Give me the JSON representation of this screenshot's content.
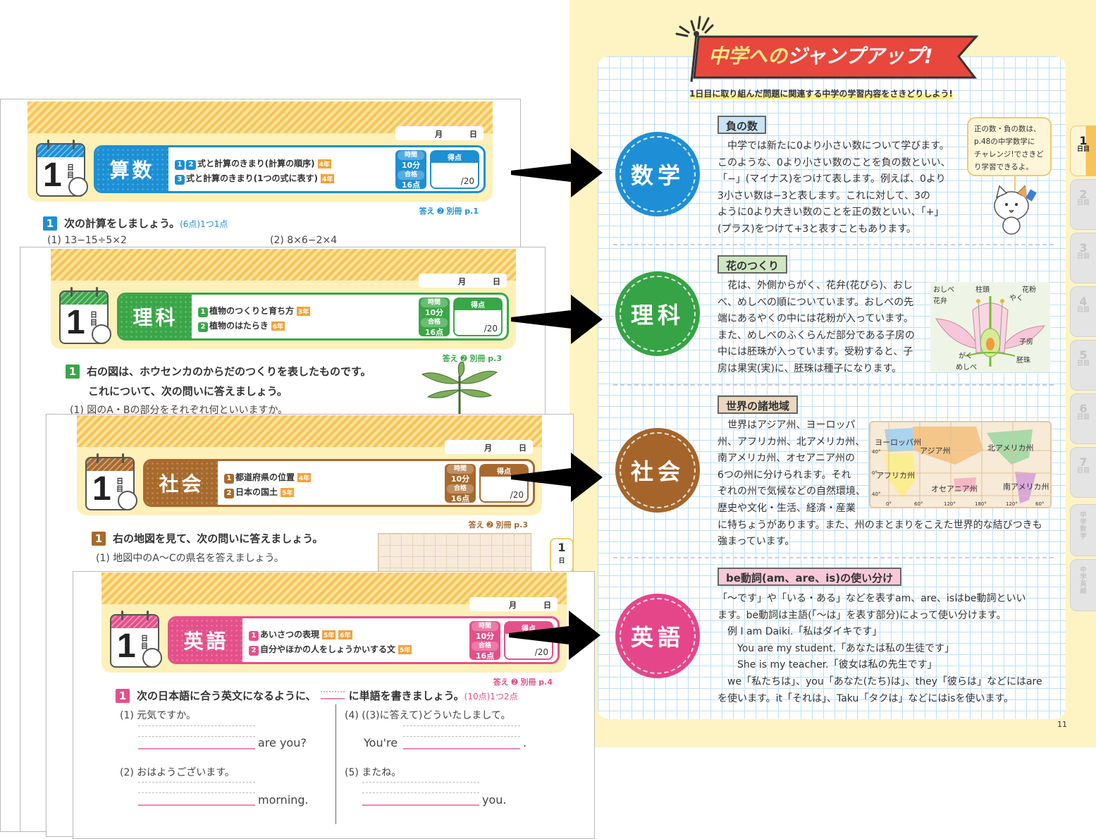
{
  "worksheets": [
    {
      "day": "1",
      "nichi": "日目",
      "month": "月",
      "date": "日",
      "subject": "算数",
      "color": "#1d8fd4",
      "topics": [
        {
          "nums": [
            "1",
            "2"
          ],
          "text": "式と計算のきまり(計算の順序)",
          "grades": [
            "4年"
          ]
        },
        {
          "nums": [
            "3"
          ],
          "text": "式と計算のきまり(1つの式に表す)",
          "grades": [
            "4年"
          ]
        }
      ],
      "time_label": "時間",
      "time": "10分",
      "pass_label": "合格",
      "pass": "16点",
      "score_label": "得点",
      "score_max": "/20",
      "answer_ref": "答え ➋ 別冊 p.1"
    },
    {
      "day": "1",
      "nichi": "日目",
      "month": "月",
      "date": "日",
      "subject": "理科",
      "color": "#3aa648",
      "topics": [
        {
          "nums": [
            "1"
          ],
          "text": "植物のつくりと育ち方",
          "grades": [
            "3年"
          ]
        },
        {
          "nums": [
            "2"
          ],
          "text": "植物のはたらき",
          "grades": [
            "6年"
          ]
        }
      ],
      "time_label": "時間",
      "time": "10分",
      "pass_label": "合格",
      "pass": "16点",
      "score_label": "得点",
      "score_max": "/20",
      "answer_ref": "答え ➋ 別冊 p.3"
    },
    {
      "day": "1",
      "nichi": "日目",
      "month": "月",
      "date": "日",
      "subject": "社会",
      "color": "#a86a2c",
      "topics": [
        {
          "nums": [
            "1"
          ],
          "text": "都道府県の位置",
          "grades": [
            "4年"
          ]
        },
        {
          "nums": [
            "2"
          ],
          "text": "日本の国土",
          "grades": [
            "5年"
          ]
        }
      ],
      "time_label": "時間",
      "time": "10分",
      "pass_label": "合格",
      "pass": "16点",
      "score_label": "得点",
      "score_max": "/20",
      "answer_ref": "答え ➋ 別冊 p.3"
    },
    {
      "day": "1",
      "nichi": "日目",
      "month": "月",
      "date": "日",
      "subject": "英語",
      "color": "#e4508a",
      "topics": [
        {
          "nums": [
            "1"
          ],
          "text": "あいさつの表現",
          "grades": [
            "5年",
            "6年"
          ]
        },
        {
          "nums": [
            "2"
          ],
          "text": "自分やほかの人をしょうかいする文",
          "grades": [
            "5年"
          ]
        }
      ],
      "time_label": "時間",
      "time": "10分",
      "pass_label": "合格",
      "pass": "16点",
      "score_label": "得点",
      "score_max": "/20",
      "answer_ref": "答え ➋ 別冊 p.4"
    }
  ],
  "math_ws": {
    "q_num": "1",
    "q_text": "次の計算をしましょう。",
    "q_points": "(6点)1つ1点",
    "p1": "(1) 13−15÷5×2",
    "p2": "(2) 8×6−2×4"
  },
  "sci_ws": {
    "q_num": "1",
    "q_line1": "右の図は、ホウセンカのからだのつくりを表したものです。",
    "q_line2": "これについて、次の問いに答えましょう。",
    "p1": "(1) 図のA・Bの部分をそれぞれ何といいますか。"
  },
  "soc_ws": {
    "q_num": "1",
    "q_text": "右の地図を見て、次の問いに答えましょう。",
    "p1": "(1) 地図中のA〜Cの県名を答えましょう。",
    "tab_day": "1",
    "tab_nichi": "日"
  },
  "eng_ws": {
    "q_num": "1",
    "q_text": "次の日本語に合う英文になるように、",
    "q_text2": "に単語を書きましょう。",
    "q_points": "(10点)1つ2点",
    "items": [
      {
        "label": "(1) 元気ですか。",
        "after": "are you?",
        "before": ""
      },
      {
        "label": "(2) おはようございます。",
        "after": "morning.",
        "before": ""
      },
      {
        "label": "(4) ((3)に答えて)どういたしまして。",
        "before": "You're",
        "after": "."
      },
      {
        "label": "(5) またね。",
        "before": "",
        "after": "you."
      }
    ]
  },
  "right_page": {
    "title_a": "中学への",
    "title_b": "ジャンプアップ!",
    "subtitle": "1日目に取り組んだ問題に関連する中学の学習内容をさきどりしよう!",
    "page_number": "11",
    "tabs": [
      {
        "n": "1",
        "s": "日目",
        "active": true
      },
      {
        "n": "2",
        "s": "日目"
      },
      {
        "n": "3",
        "s": "日目"
      },
      {
        "n": "4",
        "s": "日目"
      },
      {
        "n": "5",
        "s": "日目"
      },
      {
        "n": "6",
        "s": "日目"
      },
      {
        "n": "7",
        "s": "日目"
      },
      {
        "n": "",
        "s": "中学数学"
      },
      {
        "n": "",
        "s": "中学英語"
      }
    ],
    "sections": [
      {
        "subject": "数学",
        "color": "#1e8fd6",
        "heading": "負の数",
        "heading_bg": "#c9e3f5",
        "lines": [
          "　中学では新たに0より小さい数について学びます。",
          "このような、0より小さい数のことを負の数といい、",
          "「−」(マイナス)をつけて表します。例えば、0より",
          "3小さい数は−3と表します。これに対して、3の",
          "ように0より大きい数のことを正の数といい、「+」",
          "(プラス)をつけて+3と表すこともあります。"
        ],
        "bubble": [
          "正の数・負の数は、",
          "p.48の中学数学に",
          "チャレンジ!でさきど",
          "り学習できるよ。"
        ]
      },
      {
        "subject": "理科",
        "color": "#36a346",
        "heading": "花のつくり",
        "heading_bg": "#cfe6c2",
        "lines": [
          "　花は、外側からがく、花弁(花びら)、おし",
          "べ、めしべの順についています。おしべの先",
          "端にあるやくの中には花粉が入っています。",
          "また、めしべのふくらんだ部分である子房の",
          "中には胚珠が入っています。受粉すると、子",
          "房は果実(実)に、胚珠は種子になります。"
        ],
        "diagram_labels": [
          "おしべ",
          "柱頭",
          "花粉",
          "花弁",
          "やく",
          "子房",
          "がく",
          "胚珠",
          "めしべ"
        ]
      },
      {
        "subject": "社会",
        "color": "#a5652a",
        "heading": "世界の諸地域",
        "heading_bg": "#ead7bd",
        "lines": [
          "　世界はアジア州、ヨーロッパ",
          "州、アフリカ州、北アメリカ州、",
          "南アメリカ州、オセアニア州の",
          "6つの州に分けられます。それ",
          "ぞれの州で気候などの自然環境、",
          "歴史や文化・生活、経済・産業",
          "に特ちょうがあります。また、州のまとまりをこえた世界的な結びつきも",
          "強まっています。"
        ],
        "map_labels": [
          "ヨーロッパ州",
          "アジア州",
          "北アメリカ州",
          "アフリカ州",
          "オセアニア州",
          "南アメリカ州"
        ],
        "map_ticks": [
          "40°",
          "0°",
          "40°",
          "0°",
          "60°",
          "120°",
          "180°",
          "120°",
          "60°"
        ]
      },
      {
        "subject": "英語",
        "color": "#e5468a",
        "heading": "be動詞(am、are、is)の使い分け",
        "heading_bg": "#f7c9d8",
        "lines": [
          "「〜です」や「いる・ある」などを表すam、are、isはbe動詞といい",
          "ます。be動詞は主語(「〜は」を表す部分)によって使い分けます。",
          "　例 I am Daiki.「私はダイキです」",
          "　　You are my student.「あなたは私の生徒です」",
          "　　She is my teacher.「彼女は私の先生です」",
          "　we「私たちは」、you「あなた(たち)は」、they「彼らは」などにはare",
          "を使います。it「それは」、Taku「タクは」などにはisを使います。"
        ]
      }
    ]
  }
}
